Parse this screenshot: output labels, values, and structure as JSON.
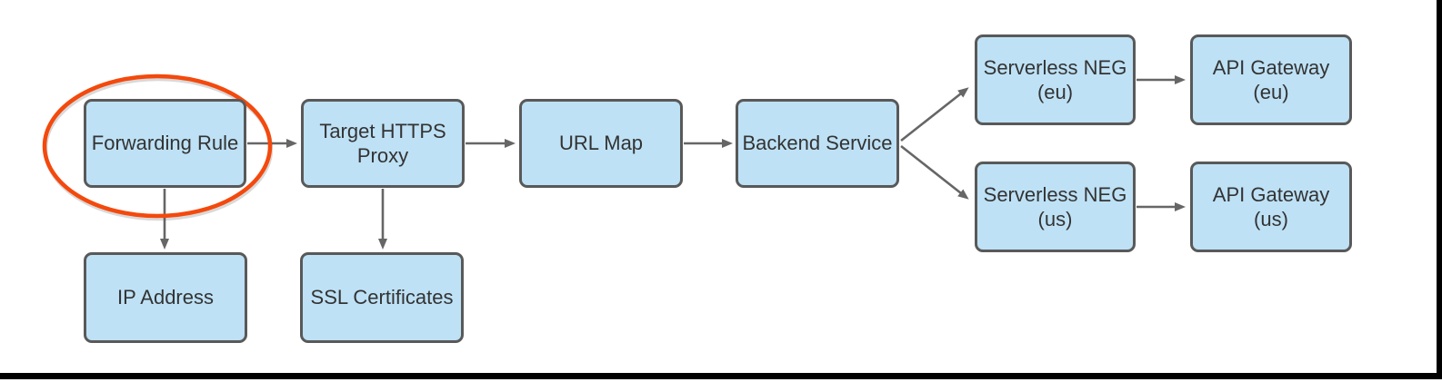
{
  "diagram": {
    "description": "Load balancer flow diagram",
    "colors": {
      "node_fill": "#bee1f5",
      "node_border": "#595959",
      "text": "#333333",
      "arrow": "#666666",
      "highlight_ellipse": "#f4490d",
      "frame": "#000000"
    },
    "nodes": [
      {
        "id": "forwarding-rule",
        "label": "Forwarding Rule",
        "highlighted": true
      },
      {
        "id": "target-https-proxy",
        "label": "Target HTTPS\nProxy",
        "highlighted": false
      },
      {
        "id": "url-map",
        "label": "URL Map",
        "highlighted": false
      },
      {
        "id": "backend-service",
        "label": "Backend Service",
        "highlighted": false
      },
      {
        "id": "serverless-neg-eu",
        "label": "Serverless NEG\n(eu)",
        "highlighted": false
      },
      {
        "id": "api-gateway-eu",
        "label": "API Gateway\n(eu)",
        "highlighted": false
      },
      {
        "id": "serverless-neg-us",
        "label": "Serverless NEG\n(us)",
        "highlighted": false
      },
      {
        "id": "api-gateway-us",
        "label": "API Gateway\n(us)",
        "highlighted": false
      },
      {
        "id": "ip-address",
        "label": "IP Address",
        "highlighted": false
      },
      {
        "id": "ssl-certificates",
        "label": "SSL Certificates",
        "highlighted": false
      }
    ],
    "edges": [
      {
        "from": "forwarding-rule",
        "to": "target-https-proxy"
      },
      {
        "from": "forwarding-rule",
        "to": "ip-address"
      },
      {
        "from": "target-https-proxy",
        "to": "url-map"
      },
      {
        "from": "target-https-proxy",
        "to": "ssl-certificates"
      },
      {
        "from": "url-map",
        "to": "backend-service"
      },
      {
        "from": "backend-service",
        "to": "serverless-neg-eu"
      },
      {
        "from": "backend-service",
        "to": "serverless-neg-us"
      },
      {
        "from": "serverless-neg-eu",
        "to": "api-gateway-eu"
      },
      {
        "from": "serverless-neg-us",
        "to": "api-gateway-us"
      }
    ],
    "annotation": {
      "type": "ellipse-highlight",
      "around": "Forwarding Rule",
      "color": "#f4490d"
    }
  }
}
